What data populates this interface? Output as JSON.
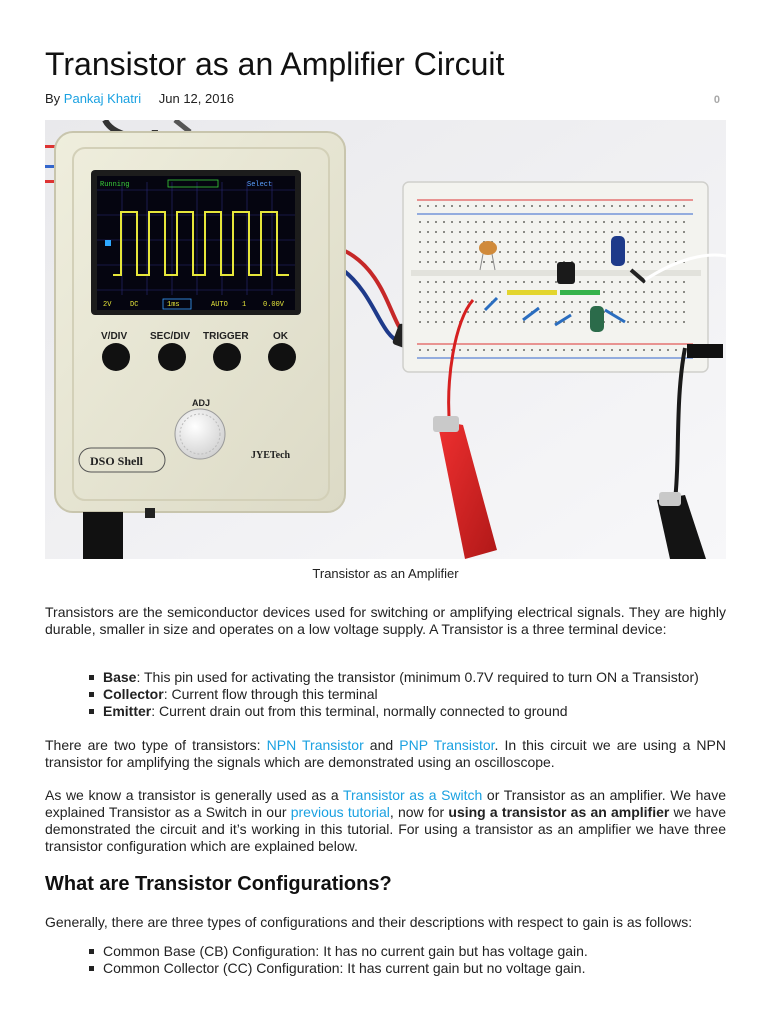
{
  "article": {
    "title": "Transistor as an Amplifier Circuit",
    "by_label": "By",
    "author": "Pankaj Khatri",
    "date": "Jun 12, 2016",
    "comment_count": "0"
  },
  "figure": {
    "caption": "Transistor as an Amplifier",
    "device": {
      "labels": {
        "vdiv": "V/DIV",
        "secdiv": "SEC/DIV",
        "trigger": "TRIGGER",
        "ok": "OK",
        "adj": "ADJ",
        "brand": "DSO Shell",
        "maker": "JYETech"
      },
      "screen": {
        "status_left": "Running",
        "status_right": "Select",
        "readout_1": "2V",
        "readout_2": "DC",
        "readout_3": "1ms",
        "readout_4": "AUTO",
        "readout_5": "1",
        "readout_6": "0.00V"
      }
    }
  },
  "intro": {
    "p1": "Transistors are the semiconductor devices used for switching or amplifying electrical signals. They are highly durable, smaller in size and operates on a low voltage supply. A Transistor is a three terminal device:",
    "terminals": [
      {
        "name": "Base",
        "desc": ": This pin used for activating the transistor (minimum 0.7V required to turn ON a Transistor)"
      },
      {
        "name": "Collector",
        "desc": ": Current flow through this terminal"
      },
      {
        "name": "Emitter",
        "desc": ": Current drain out from this terminal, normally connected to ground"
      }
    ]
  },
  "p2": {
    "a": "There are two type of transistors: ",
    "link1": "NPN Transistor",
    "b": " and ",
    "link2": "PNP Transistor",
    "c": ".  In this circuit we are using a NPN transistor for amplifying the signals which are demonstrated using an oscilloscope."
  },
  "p3": {
    "a": "As we know a transistor is generally used as a ",
    "link1": "Transistor as a Switch",
    "b": " or Transistor as an amplifier. We have explained Transistor as a Switch in our ",
    "link2": "previous tutorial",
    "c": ", now for ",
    "bold": "using a transistor as an amplifier",
    "d": " we have demonstrated the circuit and it’s working in this tutorial. For using a transistor as an amplifier we have three transistor configuration which are explained below."
  },
  "section": {
    "heading": "What are Transistor Configurations?",
    "p": "Generally, there are three types of configurations and their descriptions with respect to gain is as follows:",
    "items": [
      "Common Base (CB) Configuration: It has no current gain but has voltage gain.",
      "Common Collector (CC) Configuration: It has current gain but no voltage gain."
    ]
  },
  "colors": {
    "link": "#1aa1e1",
    "text": "#222222",
    "comment_count": "#a8a8a8"
  }
}
